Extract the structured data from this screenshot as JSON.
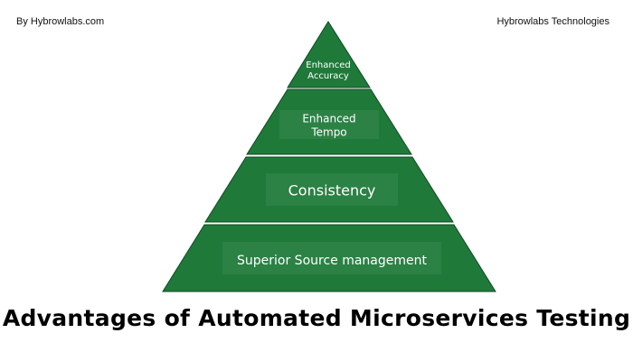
{
  "header": {
    "byline": "By Hybrowlabs.com",
    "company": "Hybrowlabs Technologies"
  },
  "diagram": {
    "tiers": [
      {
        "lines": [
          "Enhanced",
          "Accuracy"
        ]
      },
      {
        "lines": [
          "Enhanced",
          "Tempo"
        ]
      },
      {
        "lines": [
          "Consistency"
        ]
      },
      {
        "lines": [
          "Superior Source management"
        ]
      }
    ],
    "fill_color": "#1f7a3a",
    "edge_color": "#0f4a22"
  },
  "title": "Advantages of Automated Microservices Testing"
}
